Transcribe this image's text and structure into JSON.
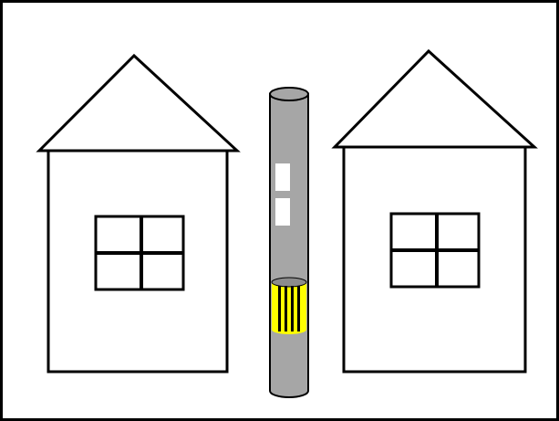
{
  "scene": {
    "background_color": "#ffffff",
    "line_color": "#000000",
    "pole_color": "#a6a6a6",
    "pole_window_color": "#ffffff",
    "pole_band_color": "#ffff00",
    "pole_band_stripe_color": "#000000"
  },
  "houses": [
    {
      "name": "left-house",
      "window_type": "cross-pane"
    },
    {
      "name": "right-house",
      "window_type": "cross-pane"
    }
  ],
  "pole": {
    "shape": "cylinder",
    "white_windows": 2,
    "band_stripes": 4
  }
}
